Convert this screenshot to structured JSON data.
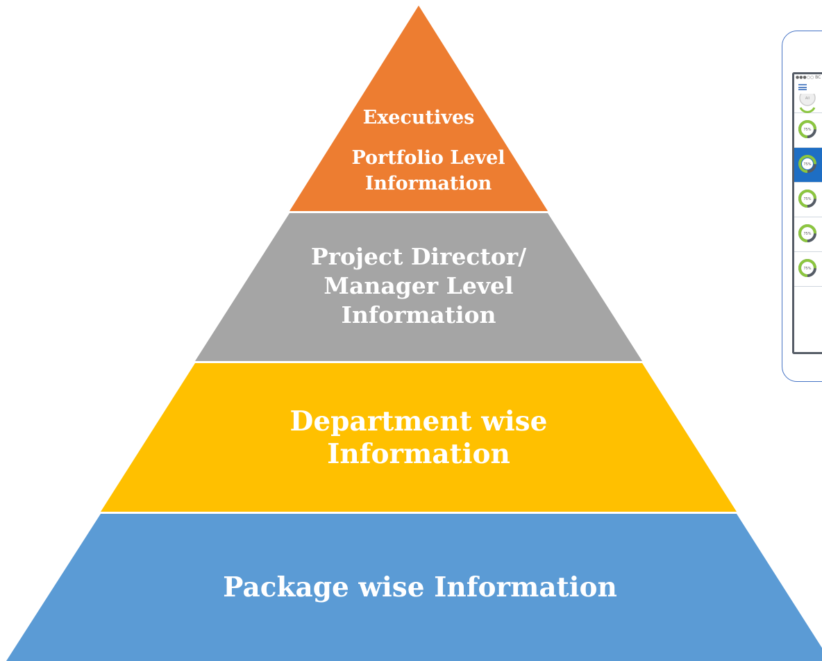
{
  "pyramid": {
    "tiers": [
      {
        "lines": [
          "Executives",
          "Portfolio Level",
          "Information"
        ],
        "color": "#ed7d31"
      },
      {
        "lines": [
          "Project Director/",
          "Manager Level",
          "Information"
        ],
        "color": "#a5a5a5"
      },
      {
        "lines": [
          "Department wise",
          "Information"
        ],
        "color": "#ffc000"
      },
      {
        "lines": [
          "Package wise Information"
        ],
        "color": "#5b9bd5"
      }
    ]
  },
  "phone": {
    "status": "●●●○○ BC",
    "header_gauge_label": "All",
    "rows": [
      {
        "label": "75%",
        "selected": false,
        "value": 0.75
      },
      {
        "label": "75%",
        "selected": true,
        "value": 0.75
      },
      {
        "label": "75%",
        "selected": false,
        "value": 0.75
      },
      {
        "label": "75%",
        "selected": false,
        "value": 0.75
      },
      {
        "label": "75%",
        "selected": false,
        "value": 0.75
      }
    ],
    "colors": {
      "frame": "#4472c4",
      "highlight": "#1e6ec4",
      "gauge_fill": "#8cc63f",
      "gauge_track": "#555c66"
    }
  }
}
